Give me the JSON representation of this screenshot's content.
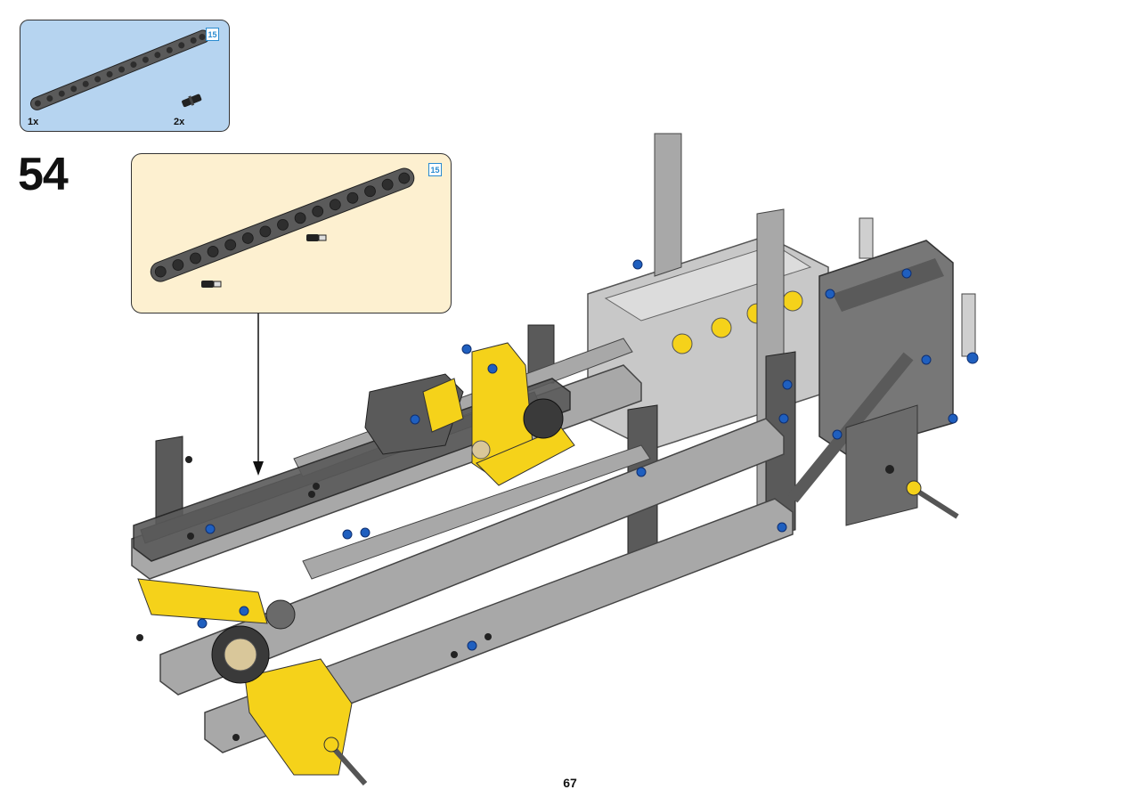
{
  "parts_list": {
    "items": [
      {
        "icon": "technic-beam-15-icon",
        "qty": "1x"
      },
      {
        "icon": "friction-pin-icon",
        "qty": "2x"
      }
    ],
    "beam_length": "15"
  },
  "step": {
    "number": "54"
  },
  "callout": {
    "beam_length": "15"
  },
  "page": {
    "number": "67"
  },
  "colors": {
    "parts_bg": "#b6d4f0",
    "callout_bg": "#fdf0d0",
    "beam_dark": "#5a5a5a",
    "beam_light": "#a8a8a8",
    "accent_yellow": "#f5d21a",
    "pin_blue": "#1f5fbf",
    "badge_blue": "#2a8bd0"
  }
}
